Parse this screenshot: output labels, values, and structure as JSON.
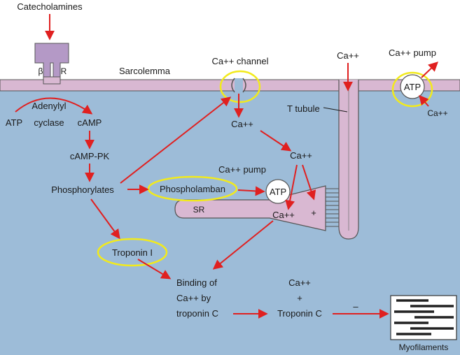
{
  "labels": {
    "catecholamines": "Catecholamines",
    "beta": "β",
    "r": "R",
    "sarcolemma": "Sarcolemma",
    "ca_channel": "Ca++ channel",
    "ca_top": "Ca++",
    "ca_pump_top": "Ca++ pump",
    "atp_top": "ATP",
    "ca_right": "Ca++",
    "t_tubule": "T tubule",
    "adenylyl": "Adenylyl",
    "cyclase": "cyclase",
    "atp_left": "ATP",
    "camp": "cAMP",
    "camp_pk": "cAMP-PK",
    "phosphorylates": "Phosphorylates",
    "ca_inside": "Ca++",
    "ca_mid": "Ca++",
    "ca_pump_sr": "Ca++ pump",
    "phospholamban": "Phospholamban",
    "atp_sr": "ATP",
    "sr": "SR",
    "ca_sr": "Ca++",
    "plus_sr": "+",
    "troponin_i": "Troponin I",
    "binding_1": "Binding of",
    "binding_2": "Ca++ by",
    "binding_3": "troponin C",
    "ca_c": "Ca++",
    "plus_c": "+",
    "troponin_c": "Troponin C",
    "minus": "–",
    "myofilaments": "Myofilaments"
  },
  "colors": {
    "cell": "#9dbcd8",
    "membrane": "#d9b8d2",
    "arrow": "#e02020",
    "highlight": "#f2ea1c",
    "receptor": "#b499c6"
  }
}
